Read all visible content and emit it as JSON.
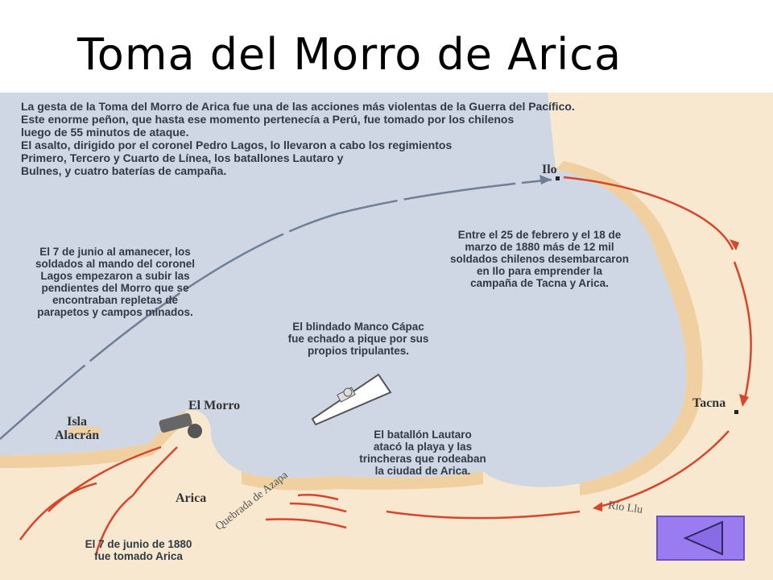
{
  "slide": {
    "title": "Toma del Morro de Arica"
  },
  "intro": {
    "lines": [
      "La gesta de la Toma del Morro de Arica fue una de las acciones más violentas de la Guerra del Pacífico.",
      "Este enorme peñon, que hasta ese momento pertenecía a Perú, fue tomado por los chilenos",
      "luego de 55 minutos de ataque.",
      "El asalto, dirigido por el coronel Pedro Lagos, lo llevaron a cabo los regimientos",
      "Primero, Tercero y Cuarto de Línea, los batallones Lautaro y",
      "Bulnes, y cuatro baterías de campaña."
    ]
  },
  "annotations": {
    "morro_assault": [
      "El 7 de junio al amanecer, los",
      "soldados al mando del coronel",
      "Lagos empezaron a subir las",
      "pendientes del Morro que se",
      "encontraban repletas de",
      "parapetos y campos minados."
    ],
    "landing": [
      "Entre el 25 de febrero y el 18 de",
      "marzo de 1880 más de 12 mil",
      "soldados chilenos desembarcaron",
      "en Ilo para emprender la",
      "campaña de Tacna y Arica."
    ],
    "manco_capac": [
      "El blindado Manco Cápac",
      "fue echado a pique por sus",
      "propios tripulantes."
    ],
    "lautaro": [
      "El batallón Lautaro",
      "atacó la playa y las",
      "trincheras que rodeaban",
      "la ciudad de Arica."
    ],
    "capture": [
      "El 7 de junio de 1880",
      "fue tomado Arica"
    ]
  },
  "places": {
    "ilo": "Ilo",
    "tacna": "Tacna",
    "el_morro": "El Morro",
    "isla_alacran": [
      "Isla",
      "Alacrán"
    ],
    "arica": "Arica",
    "quebrada": "Quebrada de Azapa",
    "rio": "Río Llu"
  },
  "colors": {
    "sea": "#cfd6e4",
    "land": "#f7e8cf",
    "beach": "#f0d0a0",
    "route_red": "#d8452a",
    "route_grey": "#6f7f95",
    "button": "#9a7bf0"
  },
  "navigation": {
    "back_icon": "back-triangle-icon"
  }
}
